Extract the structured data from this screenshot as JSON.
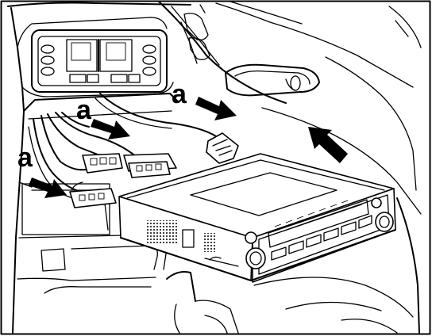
{
  "figure": {
    "callouts": [
      {
        "id": "upper-right",
        "label": "a"
      },
      {
        "id": "upper-left",
        "label": "a"
      },
      {
        "id": "left",
        "label": "a"
      }
    ]
  }
}
